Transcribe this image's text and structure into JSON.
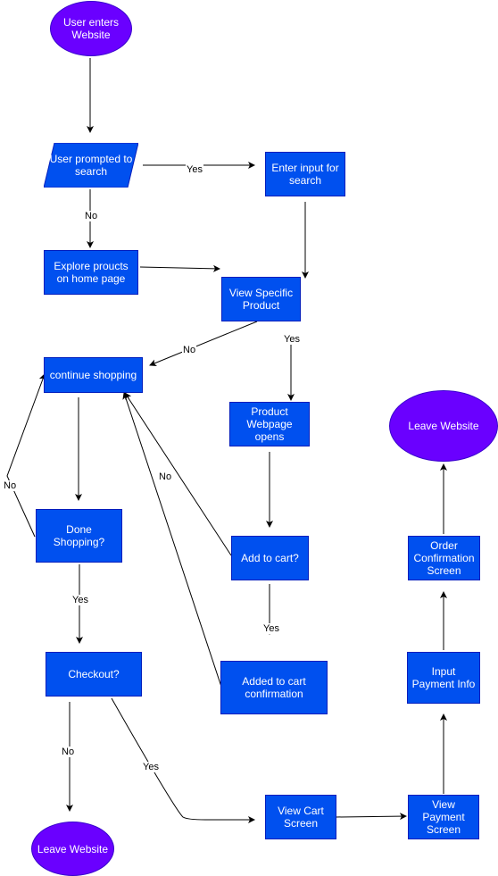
{
  "nodes": {
    "start": "User enters Website",
    "prompt_search": "User prompted to search",
    "enter_input": "Enter input for search",
    "explore": "Explore proucts on home page",
    "view_product": "View Specific Product",
    "continue_shopping": "continue shopping",
    "product_page": "Product Webpage opens",
    "leave_website_top": "Leave Website",
    "done_shopping": "Done Shopping?",
    "add_to_cart": "Add to cart?",
    "order_confirmation": "Order Confirmation Screen",
    "checkout": "Checkout?",
    "added_confirmation": "Added to cart confirmation",
    "input_payment": "Input Payment Info",
    "leave_website_bottom": "Leave Website",
    "view_cart": "View Cart Screen",
    "view_payment": "View Payment Screen"
  },
  "edge_labels": {
    "prompt_to_input": "Yes",
    "prompt_to_explore": "No",
    "view_to_continue": "No",
    "view_to_product_page": "Yes",
    "done_to_continue": "No",
    "add_to_continue": "No",
    "done_to_checkout": "Yes",
    "add_to_added": "Yes",
    "checkout_to_leave": "No",
    "checkout_to_cart": "Yes"
  },
  "colors": {
    "process_fill": "#0050ef",
    "process_stroke": "#001dbc",
    "terminal_fill": "#6a00ff",
    "terminal_stroke": "#3700cc",
    "edge": "#000000"
  }
}
